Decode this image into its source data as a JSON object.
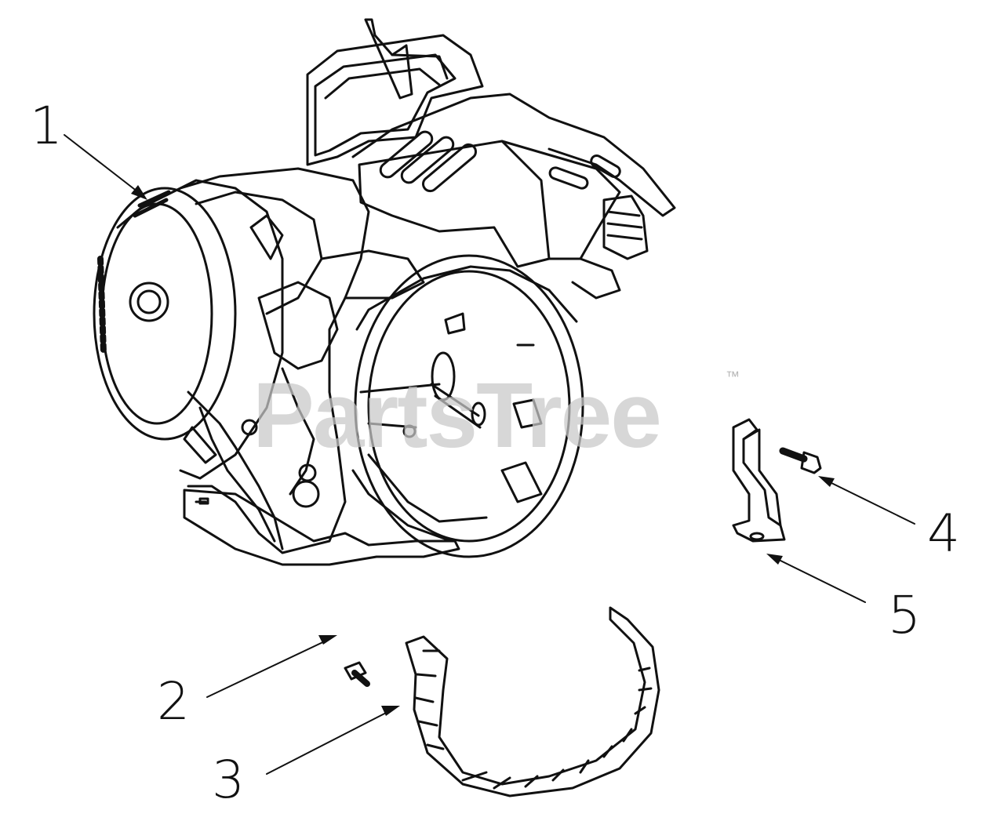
{
  "callouts": [
    {
      "id": "1",
      "label": "1"
    },
    {
      "id": "2",
      "label": "2"
    },
    {
      "id": "3",
      "label": "3"
    },
    {
      "id": "4",
      "label": "4"
    },
    {
      "id": "5",
      "label": "5"
    }
  ],
  "watermark": {
    "text": "PartsTree",
    "trademark": "™"
  },
  "parts": {
    "engine": "engine-assembly",
    "screw_small": "screw",
    "strap": "mounting-band",
    "bolt": "bolt",
    "bracket": "bracket"
  }
}
